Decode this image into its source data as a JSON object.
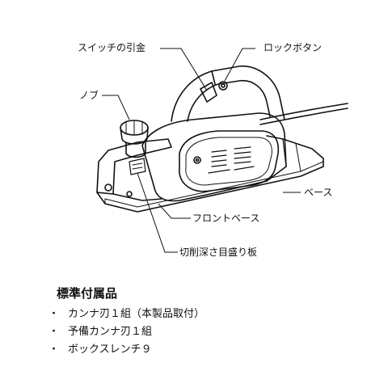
{
  "labels": {
    "switch_trigger": "スイッチの引金",
    "lock_button": "ロックボタン",
    "knob": "ノブ",
    "base": "ベース",
    "front_base": "フロントベース",
    "depth_scale": "切削深さ目盛り板"
  },
  "accessories": {
    "title": "標準付属品",
    "bullet": "・",
    "items": [
      "カンナ刃１組（本製品取付）",
      "予備カンナ刃１組",
      "ボックスレンチ９"
    ]
  }
}
